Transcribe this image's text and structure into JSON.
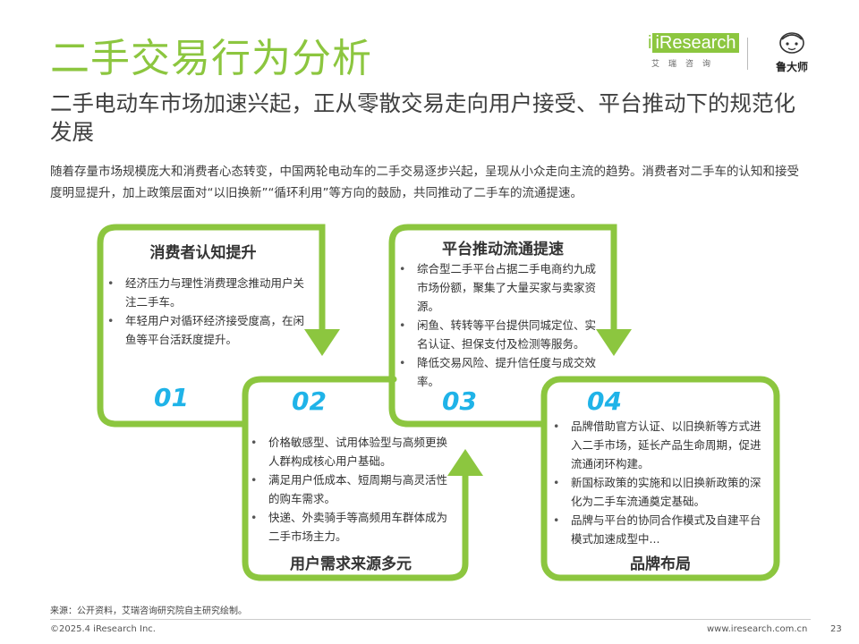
{
  "header": {
    "title": "二手交易行为分析",
    "subtitle": "二手电动车市场加速兴起，正从零散交易走向用户接受、平台推动下的规范化发展",
    "intro": "随着存量市场规模庞大和消费者心态转变，中国两轮电动车的二手交易逐步兴起，呈现从小众走向主流的趋势。消费者对二手车的认知和接受度明显提升，加上政策层面对“以旧换新”“循环利用”等方向的鼓励，共同推动了二手车的流通提速。"
  },
  "logos": {
    "iresearch": "iResearch",
    "iresearch_cn": "艾瑞咨询",
    "ludashi": "鲁大师"
  },
  "boxes": [
    {
      "num": "01",
      "title": "消费者认知提升",
      "bullets": [
        "经济压力与理性消费理念推动用户关注二手车。",
        "年轻用户对循环经济接受度高，在闲鱼等平台活跃度提升。"
      ]
    },
    {
      "num": "02",
      "title": "用户需求来源多元",
      "bullets": [
        "价格敏感型、试用体验型与高频更换人群构成核心用户基础。",
        "满足用户低成本、短周期与高灵活性的购车需求。",
        "快递、外卖骑手等高频用车群体成为二手市场主力。"
      ]
    },
    {
      "num": "03",
      "title": "平台推动流通提速",
      "bullets": [
        "综合型二手平台占据二手电商约九成市场份额，聚集了大量买家与卖家资源。",
        "闲鱼、转转等平台提供同城定位、实名认证、担保支付及检测等服务。",
        "降低交易风险、提升信任度与成交效率。"
      ]
    },
    {
      "num": "04",
      "title": "品牌布局",
      "bullets": [
        "品牌借助官方认证、以旧换新等方式进入二手市场，延长产品生命周期，促进流通闭环构建。",
        "新国标政策的实施和以旧换新政策的深化为二手车流通奠定基础。",
        "品牌与平台的协同合作模式及自建平台模式加速成型中..."
      ]
    }
  ],
  "colors": {
    "accent": "#8cc63f",
    "number": "#1fb3e8"
  },
  "footer": {
    "source": "来源：公开资料，艾瑞咨询研究院自主研究绘制。",
    "copyright": "©2025.4 iResearch Inc.",
    "url": "www.iresearch.com.cn",
    "page": "23"
  }
}
